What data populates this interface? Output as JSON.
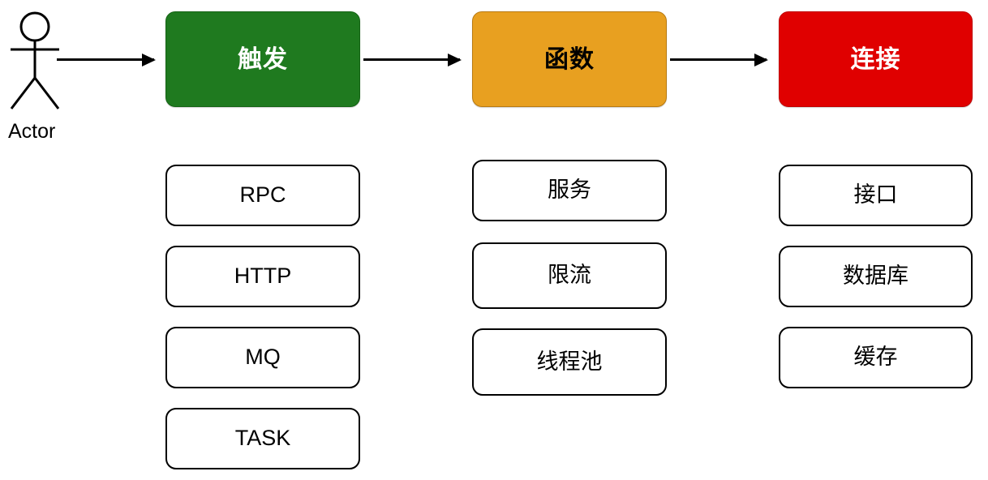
{
  "diagram": {
    "title": "",
    "actor": {
      "label": "Actor",
      "icon": "stick-figure-actor"
    },
    "colors": {
      "trigger_fill": "#1F7A1F",
      "trigger_border": "#156315",
      "trigger_text": "#FFFFFF",
      "function_fill": "#E8A020",
      "function_border": "#B87A12",
      "function_text": "#000000",
      "connect_fill": "#E00000",
      "connect_border": "#C00000",
      "connect_text": "#FFFFFF",
      "plain_fill": "#FFFFFF",
      "plain_border": "#000000",
      "plain_text": "#000000",
      "arrow": "#000000",
      "background": "#FFFFFF"
    },
    "columns": [
      {
        "key": "trigger",
        "header": "触发",
        "items": [
          "RPC",
          "HTTP",
          "MQ",
          "TASK"
        ]
      },
      {
        "key": "function",
        "header": "函数",
        "items": [
          "服务",
          "限流",
          "线程池"
        ]
      },
      {
        "key": "connect",
        "header": "连接",
        "items": [
          "接口",
          "数据库",
          "缓存"
        ]
      }
    ],
    "arrows": [
      {
        "from": "actor",
        "to": "trigger"
      },
      {
        "from": "trigger",
        "to": "function"
      },
      {
        "from": "function",
        "to": "connect"
      }
    ]
  }
}
